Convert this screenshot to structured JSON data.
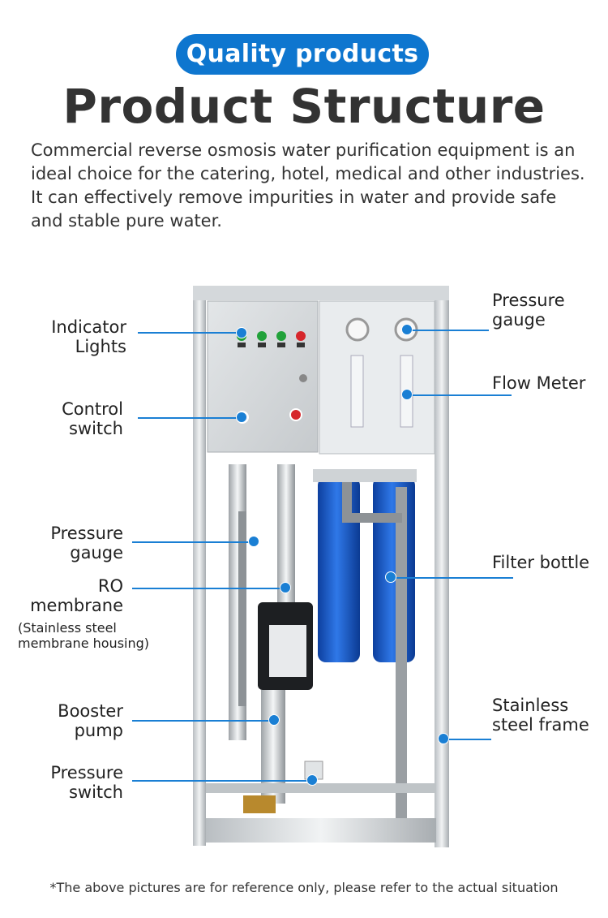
{
  "badge": "Quality products",
  "title": "Product Structure",
  "intro": "Commercial reverse osmosis water purification equipment is an ideal choice for the catering, hotel, medical and other industries. It can effectively remove impurities in water and provide safe and stable pure water.",
  "labels": {
    "indicator_lights_1": "Indicator",
    "indicator_lights_2": "Lights",
    "control_switch_1": "Control",
    "control_switch_2": "switch",
    "pressure_gauge_left_1": "Pressure",
    "pressure_gauge_left_2": "gauge",
    "ro_membrane_1": "RO",
    "ro_membrane_2": "membrane",
    "ro_membrane_note_1": "(Stainless steel",
    "ro_membrane_note_2": "membrane housing)",
    "booster_pump_1": "Booster",
    "booster_pump_2": "pump",
    "pressure_switch_1": "Pressure",
    "pressure_switch_2": "switch",
    "pressure_gauge_right_1": "Pressure",
    "pressure_gauge_right_2": "gauge",
    "flow_meter": "Flow Meter",
    "filter_bottle": "Filter bottle",
    "stainless_frame_1": "Stainless",
    "stainless_frame_2": "steel frame"
  },
  "footer": "*The above pictures are for reference only, please refer to the actual situation",
  "colors": {
    "accent": "#0e76cf",
    "filter_blue": "#1d5fd0",
    "steel": "#cfd3d6"
  }
}
